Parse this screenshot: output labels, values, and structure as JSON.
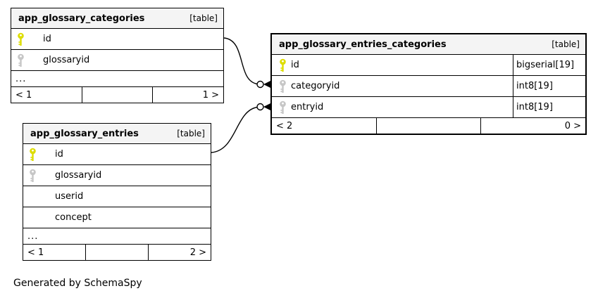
{
  "note": "Generated by SchemaSpy",
  "colors": {
    "primary_key_icon": "#dddd00",
    "foreign_key_icon": "#c6c6c6",
    "header_background": "#f4f4f4",
    "table_border": "#000000"
  },
  "tables": [
    {
      "name": "app_glossary_categories",
      "tag": "[table]",
      "columns": [
        {
          "name": "id",
          "key": "primary"
        },
        {
          "name": "glossaryid",
          "key": "foreign"
        }
      ],
      "ellipsis": "...",
      "footer": {
        "left": "< 1",
        "right": "1 >"
      }
    },
    {
      "name": "app_glossary_entries_categories",
      "tag": "[table]",
      "columns": [
        {
          "name": "id",
          "type": "bigserial[19]",
          "key": "primary"
        },
        {
          "name": "categoryid",
          "type": "int8[19]",
          "key": "foreign"
        },
        {
          "name": "entryid",
          "type": "int8[19]",
          "key": "foreign"
        }
      ],
      "footer": {
        "left": "< 2",
        "right": "0 >"
      }
    },
    {
      "name": "app_glossary_entries",
      "tag": "[table]",
      "columns": [
        {
          "name": "id",
          "key": "primary"
        },
        {
          "name": "glossaryid",
          "key": "foreign"
        },
        {
          "name": "userid"
        },
        {
          "name": "concept"
        }
      ],
      "ellipsis": "...",
      "footer": {
        "left": "< 1",
        "right": "2 >"
      }
    }
  ],
  "relationships": [
    {
      "from_table": "app_glossary_categories",
      "from_column": "id",
      "to_table": "app_glossary_entries_categories",
      "to_column": "categoryid"
    },
    {
      "from_table": "app_glossary_entries",
      "from_column": "id",
      "to_table": "app_glossary_entries_categories",
      "to_column": "entryid"
    }
  ]
}
